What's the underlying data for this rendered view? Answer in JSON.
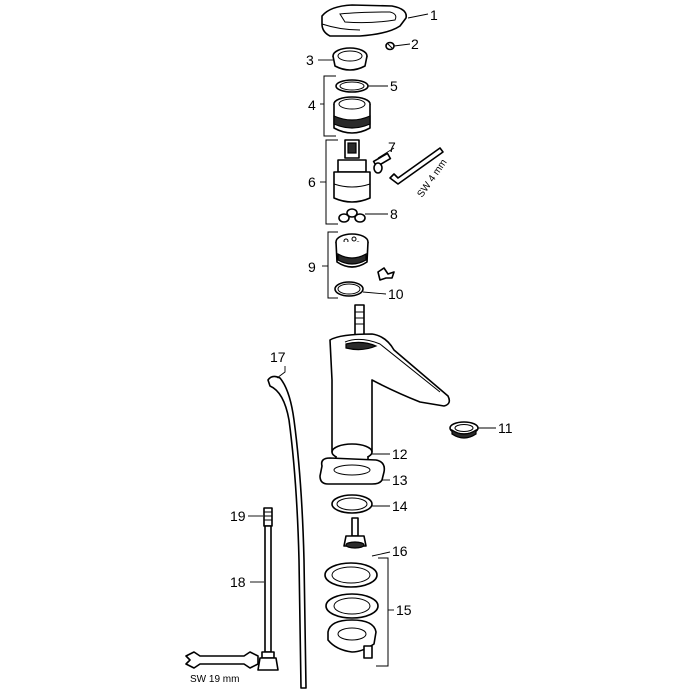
{
  "callouts": {
    "c1": "1",
    "c2": "2",
    "c3": "3",
    "c4": "4",
    "c5": "5",
    "c6": "6",
    "c7": "7",
    "c8": "8",
    "c9": "9",
    "c10": "10",
    "c11": "11",
    "c12": "12",
    "c13": "13",
    "c14": "14",
    "c15": "15",
    "c16": "16",
    "c17": "17",
    "c18": "18",
    "c19": "19"
  },
  "tools": {
    "hex_key": "SW 4 mm",
    "wrench": "SW 19 mm"
  }
}
